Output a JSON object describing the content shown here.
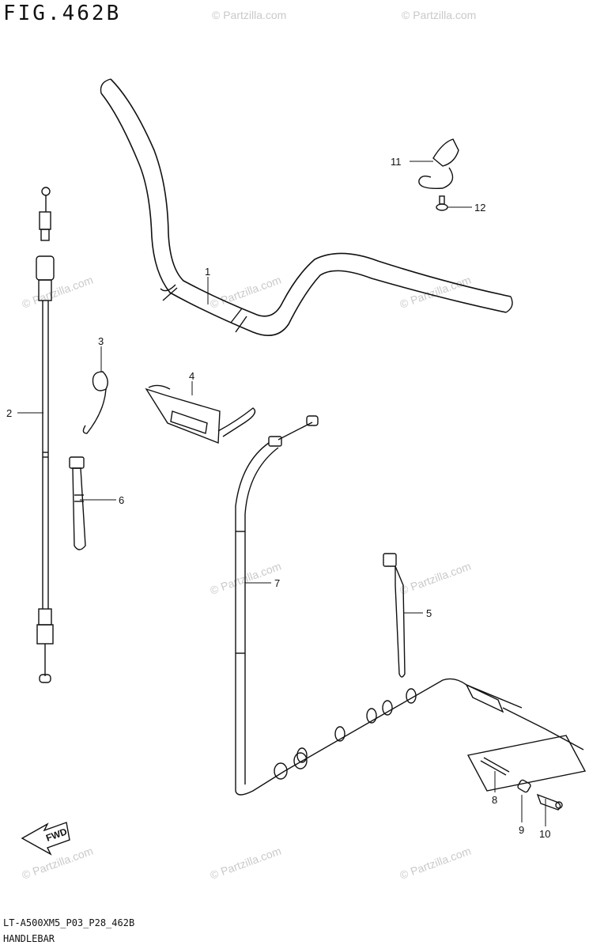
{
  "header": {
    "figure": "FIG.462B"
  },
  "footer": {
    "code": "LT-A500XM5_P03_P28_462B",
    "name": "HANDLEBAR"
  },
  "watermark": "© Partzilla.com",
  "fwd_label": "FWD",
  "callouts": [
    {
      "number": "1"
    },
    {
      "number": "2"
    },
    {
      "number": "3"
    },
    {
      "number": "4"
    },
    {
      "number": "5"
    },
    {
      "number": "6"
    },
    {
      "number": "7"
    },
    {
      "number": "8"
    },
    {
      "number": "9"
    },
    {
      "number": "10"
    },
    {
      "number": "11"
    },
    {
      "number": "12"
    }
  ]
}
